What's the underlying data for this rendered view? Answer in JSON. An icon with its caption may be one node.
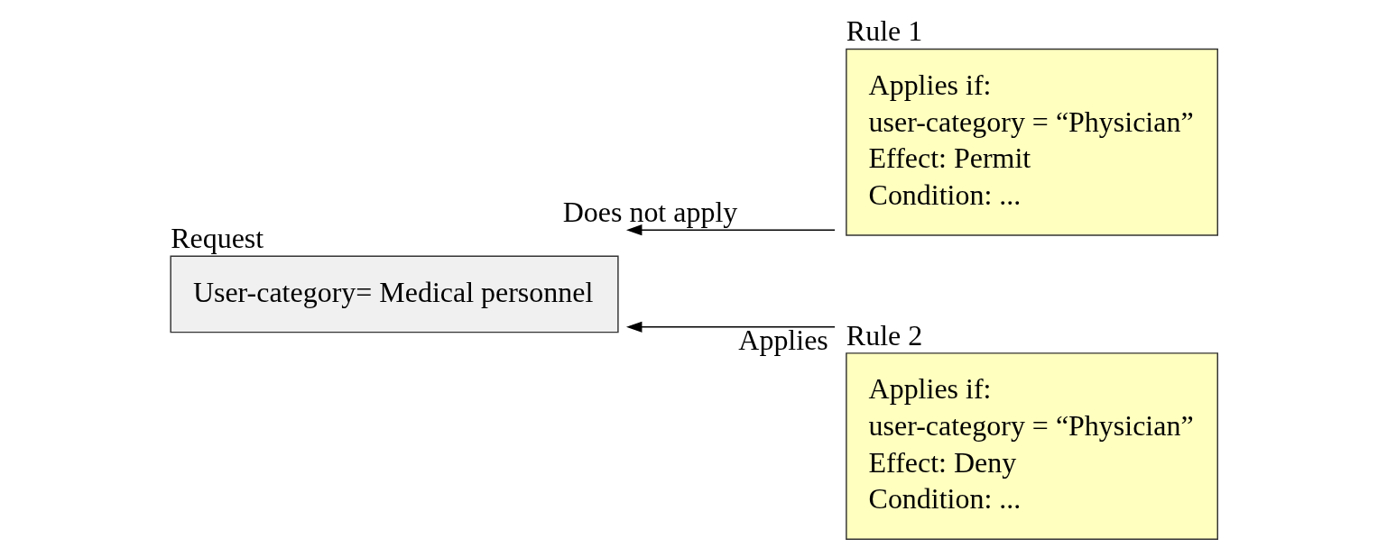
{
  "diagram": {
    "nodes": [
      {
        "text": [
          "Request",
          "User-category= Medical personnel"
        ]
      },
      {
        "text": [
          "Rule 1",
          "Applies if:",
          "user-category = “Physician”",
          "Effect: Permit",
          "Condition: ..."
        ]
      },
      {
        "text": [
          "Rule 2",
          "Applies if:",
          "user-category = “Physician”",
          "Effect: Deny",
          "Condition: ..."
        ]
      }
    ],
    "edges": [
      {
        "from": 1,
        "to": 0,
        "arrow": "to",
        "label": "Does not apply"
      },
      {
        "from": 2,
        "to": 0,
        "arrow": "to",
        "label": "Applies"
      }
    ]
  }
}
